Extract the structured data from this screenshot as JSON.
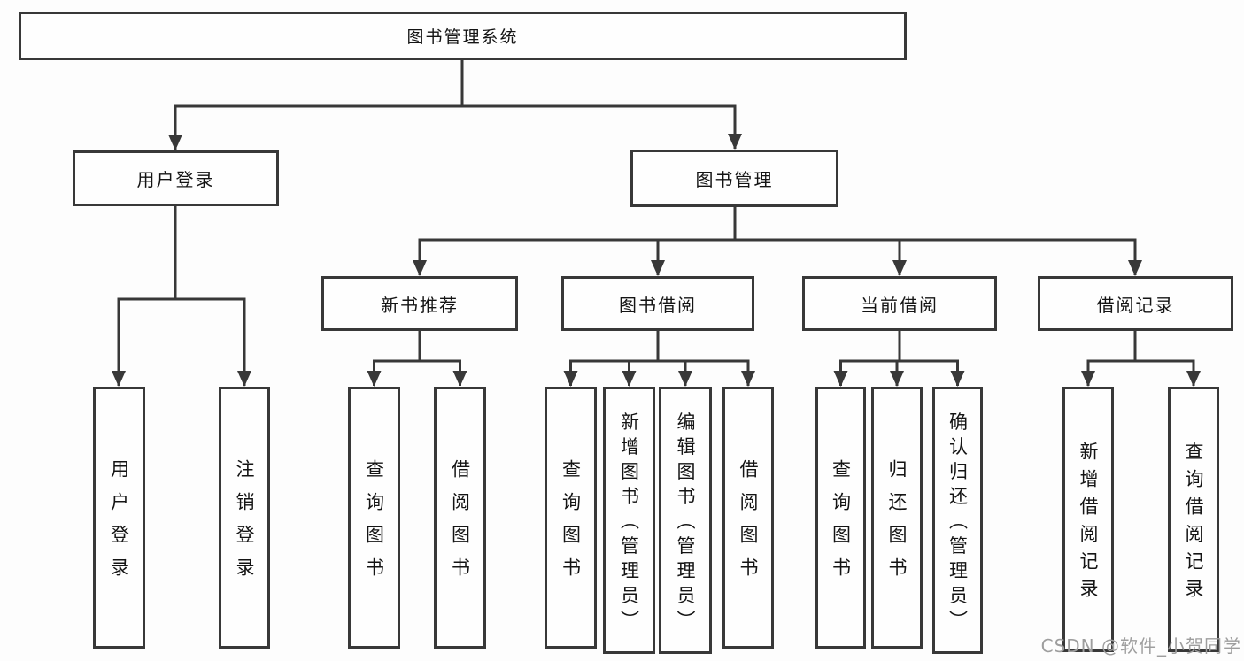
{
  "diagram": {
    "nodes": {
      "root": "图书管理系统",
      "user_login": "用户登录",
      "book_mgmt": "图书管理",
      "new_book_rec": "新书推荐",
      "book_borrow": "图书借阅",
      "current_borrow": "当前借阅",
      "borrow_record": "借阅记录",
      "leaf_user_login": "用户登录",
      "leaf_logout": "注销登录",
      "leaf_rec_query": "查询图书",
      "leaf_rec_borrow": "借阅图书",
      "leaf_bb_query": "查询图书",
      "leaf_bb_add": "新增图书（管理员）",
      "leaf_bb_edit": "编辑图书（管理员）",
      "leaf_bb_borrow": "借阅图书",
      "leaf_cb_query": "查询图书",
      "leaf_cb_return": "归还图书",
      "leaf_cb_confirm": "确认归还（管理员）",
      "leaf_br_add": "新增借阅记录",
      "leaf_br_query": "查询借阅记录"
    },
    "tree": {
      "label": "图书管理系统",
      "children": [
        {
          "label": "用户登录",
          "children": [
            {
              "label": "用户登录"
            },
            {
              "label": "注销登录"
            }
          ]
        },
        {
          "label": "图书管理",
          "children": [
            {
              "label": "新书推荐",
              "children": [
                {
                  "label": "查询图书"
                },
                {
                  "label": "借阅图书"
                }
              ]
            },
            {
              "label": "图书借阅",
              "children": [
                {
                  "label": "查询图书"
                },
                {
                  "label": "新增图书（管理员）"
                },
                {
                  "label": "编辑图书（管理员）"
                },
                {
                  "label": "借阅图书"
                }
              ]
            },
            {
              "label": "当前借阅",
              "children": [
                {
                  "label": "查询图书"
                },
                {
                  "label": "归还图书"
                },
                {
                  "label": "确认归还（管理员）"
                }
              ]
            },
            {
              "label": "借阅记录",
              "children": [
                {
                  "label": "新增借阅记录"
                },
                {
                  "label": "查询借阅记录"
                }
              ]
            }
          ]
        }
      ]
    },
    "colors": {
      "line": "#383838",
      "box_border": "#383838",
      "text": "#141414",
      "watermark": "#9e9e9e",
      "background": "#fdfdfd"
    }
  },
  "watermark": "CSDN @软件_小贺同学"
}
